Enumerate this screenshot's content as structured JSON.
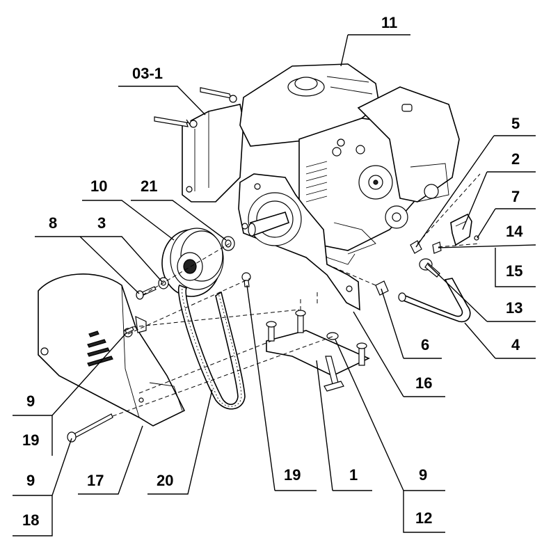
{
  "labels": {
    "l11": "11",
    "l03_1": "03-1",
    "l5": "5",
    "l2": "2",
    "l7": "7",
    "l14": "14",
    "l15": "15",
    "l13": "13",
    "l10": "10",
    "l21": "21",
    "l8": "8",
    "l3": "3",
    "l6": "6",
    "l4": "4",
    "l16": "16",
    "l9a": "9",
    "l19a": "19",
    "l9b": "9",
    "l18": "18",
    "l17": "17",
    "l20": "20",
    "l19b": "19",
    "l1": "1",
    "l9c": "9",
    "l12": "12"
  }
}
